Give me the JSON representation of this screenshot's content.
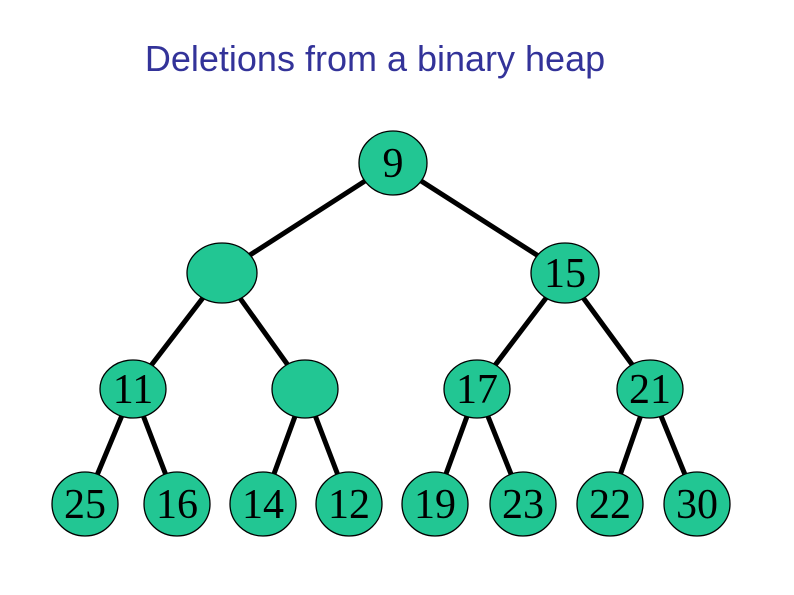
{
  "slide": {
    "title": "Deletions from a binary heap"
  },
  "colors": {
    "background": "#ffffff",
    "title-color": "#333399",
    "node-fill": "#22c693",
    "node-stroke": "#000000",
    "edge-color": "#000000"
  },
  "tree": {
    "nodes": [
      {
        "id": "root",
        "label": "9"
      },
      {
        "id": "l2-left",
        "label": ""
      },
      {
        "id": "l2-right",
        "label": "15"
      },
      {
        "id": "l3-1",
        "label": "11"
      },
      {
        "id": "l3-2",
        "label": ""
      },
      {
        "id": "l3-3",
        "label": "17"
      },
      {
        "id": "l3-4",
        "label": "21"
      },
      {
        "id": "l4-1",
        "label": "25"
      },
      {
        "id": "l4-2",
        "label": "16"
      },
      {
        "id": "l4-3",
        "label": "14"
      },
      {
        "id": "l4-4",
        "label": "12"
      },
      {
        "id": "l4-5",
        "label": "19"
      },
      {
        "id": "l4-6",
        "label": "23"
      },
      {
        "id": "l4-7",
        "label": "22"
      },
      {
        "id": "l4-8",
        "label": "30"
      }
    ],
    "edges": [
      [
        "root",
        "l2-left"
      ],
      [
        "root",
        "l2-right"
      ],
      [
        "l2-left",
        "l3-1"
      ],
      [
        "l2-left",
        "l3-2"
      ],
      [
        "l2-right",
        "l3-3"
      ],
      [
        "l2-right",
        "l3-4"
      ],
      [
        "l3-1",
        "l4-1"
      ],
      [
        "l3-1",
        "l4-2"
      ],
      [
        "l3-2",
        "l4-3"
      ],
      [
        "l3-2",
        "l4-4"
      ],
      [
        "l3-3",
        "l4-5"
      ],
      [
        "l3-3",
        "l4-6"
      ],
      [
        "l3-4",
        "l4-7"
      ],
      [
        "l3-4",
        "l4-8"
      ]
    ]
  }
}
